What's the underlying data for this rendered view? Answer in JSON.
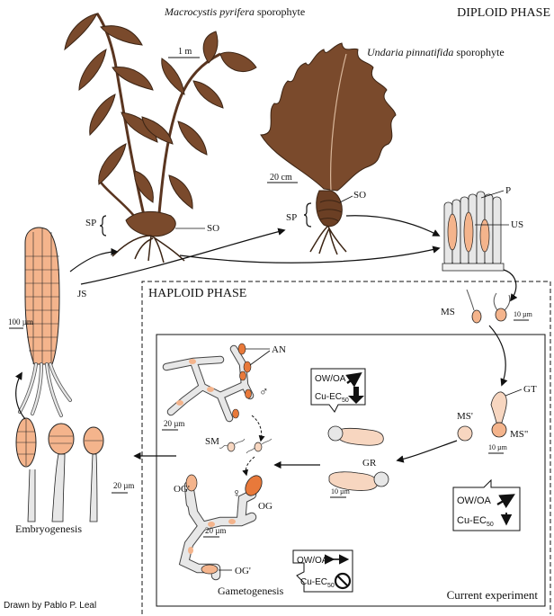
{
  "labels": {
    "diploid_phase": "DIPLOID PHASE",
    "haploid_phase": "HAPLOID PHASE",
    "macrocystis_species": "Macrocystis pyrifera",
    "macrocystis_suffix": " sporophyte",
    "undaria_species": "Undaria pinnatifida",
    "undaria_suffix": " sporophyte",
    "scale_1m": "1 m",
    "scale_20cm": "20 cm",
    "scale_100um": "100 µm",
    "scale_10um_ms": "10 µm",
    "scale_10um_gt": "10 µm",
    "scale_10um_gr": "10 µm",
    "scale_20um_an": "20 µm",
    "scale_20um_og": "20 µm",
    "scale_20um_emb": "20 µm",
    "sp_left": "SP",
    "so_left": "SO",
    "sp_mid": "SP",
    "so_mid": "SO",
    "p": "P",
    "us": "US",
    "js": "JS",
    "ms": "MS",
    "ms_prime": "MS'",
    "ms_dprime": "MS\"",
    "gt": "GT",
    "gr": "GR",
    "an": "AN",
    "sm": "SM",
    "og_prime_top": "OG'",
    "og": "OG",
    "og_prime_bottom": "OG'",
    "male_symbol": "♂",
    "female_symbol": "♀",
    "embryogenesis": "Embryogenesis",
    "gametogenesis": "Gametogenesis",
    "current_experiment": "Current experiment",
    "credit": "Drawn by Pablo P. Leal"
  },
  "callouts": {
    "top": {
      "line1": "OW/OA",
      "line2_main": "Cu-EC",
      "line2_sub": "50",
      "arrow1": "up-right",
      "arrow2": "down-bold"
    },
    "right": {
      "line1": "OW/OA",
      "line2_main": "Cu-EC",
      "line2_sub": "50",
      "arrow1": "up-right",
      "arrow2": "down"
    },
    "bottom": {
      "line1": "OW/OA",
      "line2_main": "Cu-EC",
      "line2_sub": "50",
      "arrow1": "left-right",
      "arrow2": "prohibited"
    }
  },
  "colors": {
    "kelp_brown": "#7a4a2c",
    "cell_orange": "#f4b48c",
    "cell_dark_orange": "#e8793a",
    "cell_grey": "#e7e7e7",
    "outline": "#222222"
  }
}
